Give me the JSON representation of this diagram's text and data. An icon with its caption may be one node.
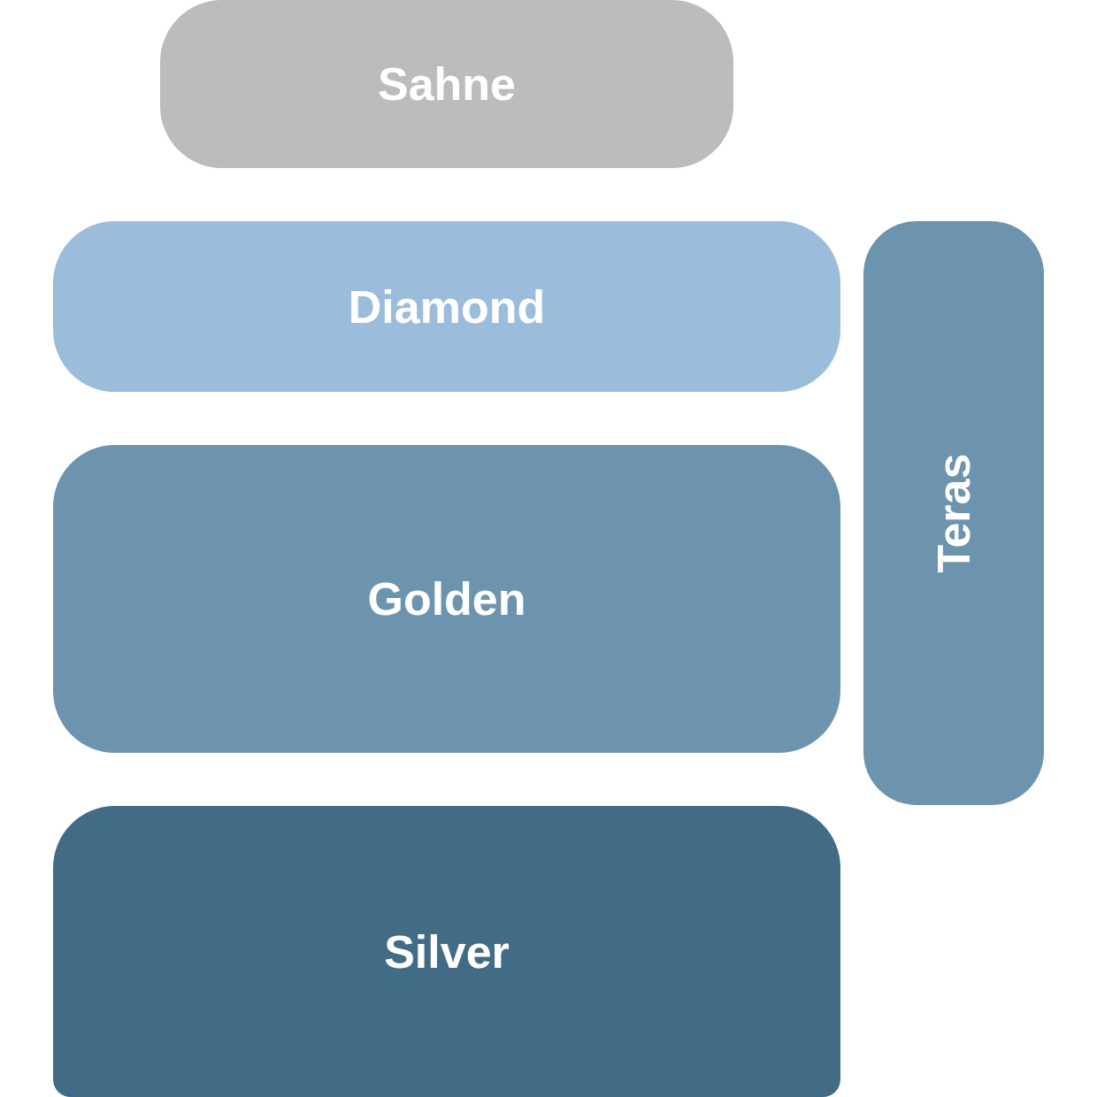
{
  "diagram": {
    "nodes": [
      {
        "text": [
          "Sahne"
        ]
      },
      {
        "text": [
          "Diamond"
        ]
      },
      {
        "text": [
          "Teras"
        ]
      },
      {
        "text": [
          "Golden"
        ]
      },
      {
        "text": [
          "Silver"
        ]
      }
    ]
  }
}
